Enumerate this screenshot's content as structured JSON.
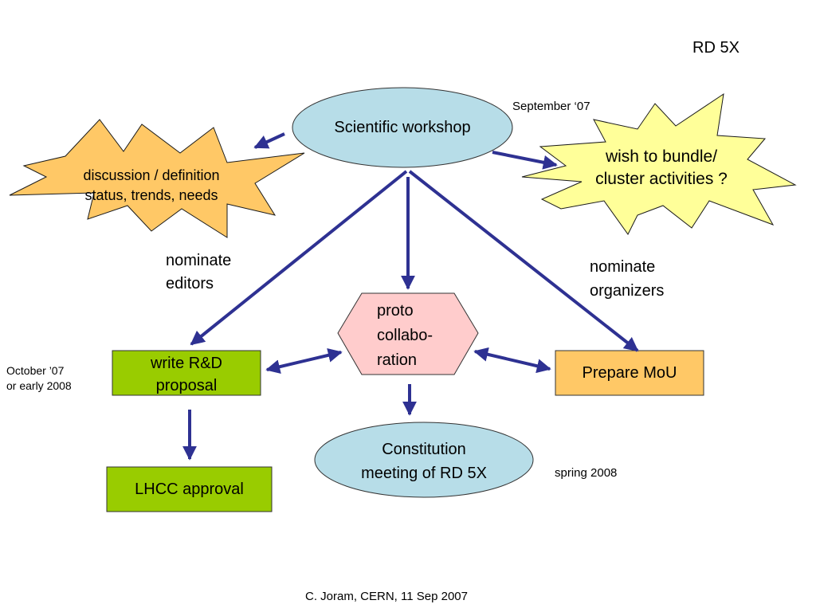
{
  "corner_title": "RD 5X",
  "footer": "C. Joram, CERN, 11 Sep 2007",
  "nodes": {
    "workshop": "Scientific workshop",
    "discussion": [
      "discussion / definition",
      "status, trends, needs"
    ],
    "bundle": [
      "wish to bundle/",
      "cluster activities ?"
    ],
    "proto": [
      "proto",
      "collabo-",
      "ration"
    ],
    "proposal": [
      "write R&D",
      "proposal"
    ],
    "mou": "Prepare MoU",
    "lhcc": "LHCC approval",
    "constitution": [
      "Constitution",
      "meeting of RD 5X"
    ]
  },
  "edge_labels": {
    "editors": [
      "nominate",
      "editors"
    ],
    "organizers": [
      "nominate",
      "organizers"
    ]
  },
  "dates": {
    "september": "September ‘07",
    "october": [
      "October ’07",
      "or early 2008"
    ],
    "spring": "spring 2008"
  },
  "colors": {
    "arrow": "#2e3192",
    "ellipse_fill": "#b7dde8",
    "orange_fill": "#ffc866",
    "yellow_fill": "#ffff99",
    "green_fill": "#99cc00",
    "pink_fill": "#ffcccc"
  }
}
